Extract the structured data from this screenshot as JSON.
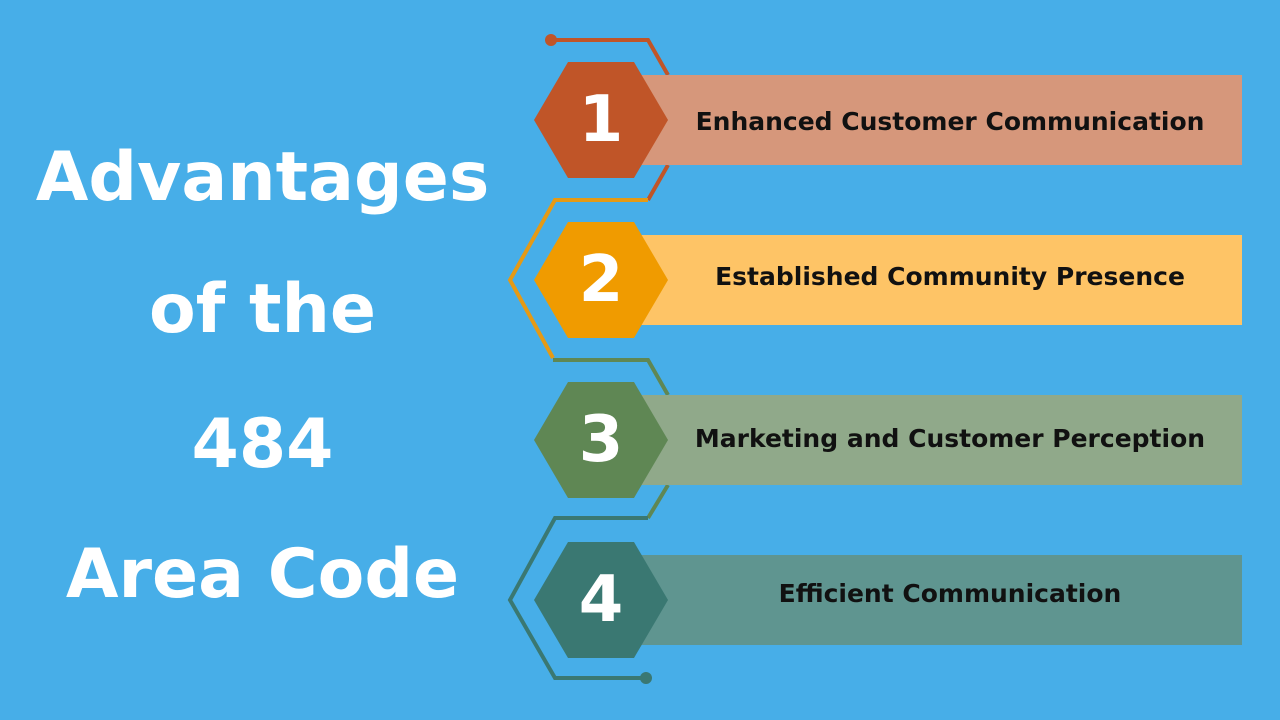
{
  "title": {
    "lines": [
      "Advantages",
      "of the",
      "484",
      "Area Code"
    ]
  },
  "items": [
    {
      "number": "1",
      "label": "Enhanced Customer Communication",
      "hex_color": "#c05528",
      "bar_color": "#d6977b"
    },
    {
      "number": "2",
      "label": "Established Community Presence",
      "hex_color": "#f09b00",
      "bar_color": "#fec466"
    },
    {
      "number": "3",
      "label": "Marketing and Customer Perception",
      "hex_color": "#5f8754",
      "bar_color": "#90a98a"
    },
    {
      "number": "4",
      "label": "Efficient Communication",
      "hex_color": "#3a7872",
      "bar_color": "#5f9590"
    }
  ],
  "background_color": "#47aee8"
}
